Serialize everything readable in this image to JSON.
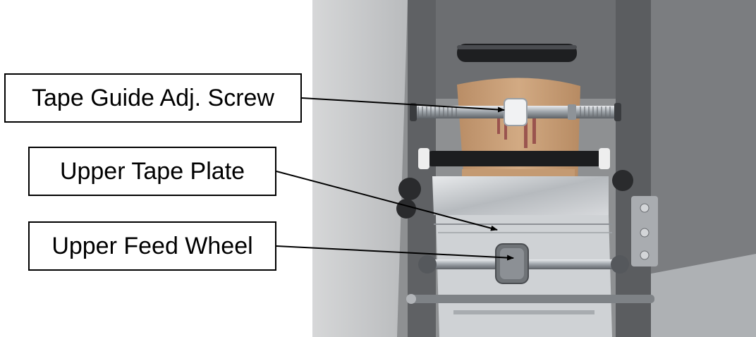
{
  "labels": {
    "tape_guide_screw": "Tape Guide Adj. Screw",
    "upper_tape_plate": "Upper Tape Plate",
    "upper_feed_wheel": "Upper Feed Wheel"
  },
  "colors": {
    "frame_gray": "#6f7173",
    "kraft_tape": "#c9a07a",
    "tape_print": "#b8464f",
    "steel": "#c9ccd0",
    "box_border": "#000000"
  }
}
